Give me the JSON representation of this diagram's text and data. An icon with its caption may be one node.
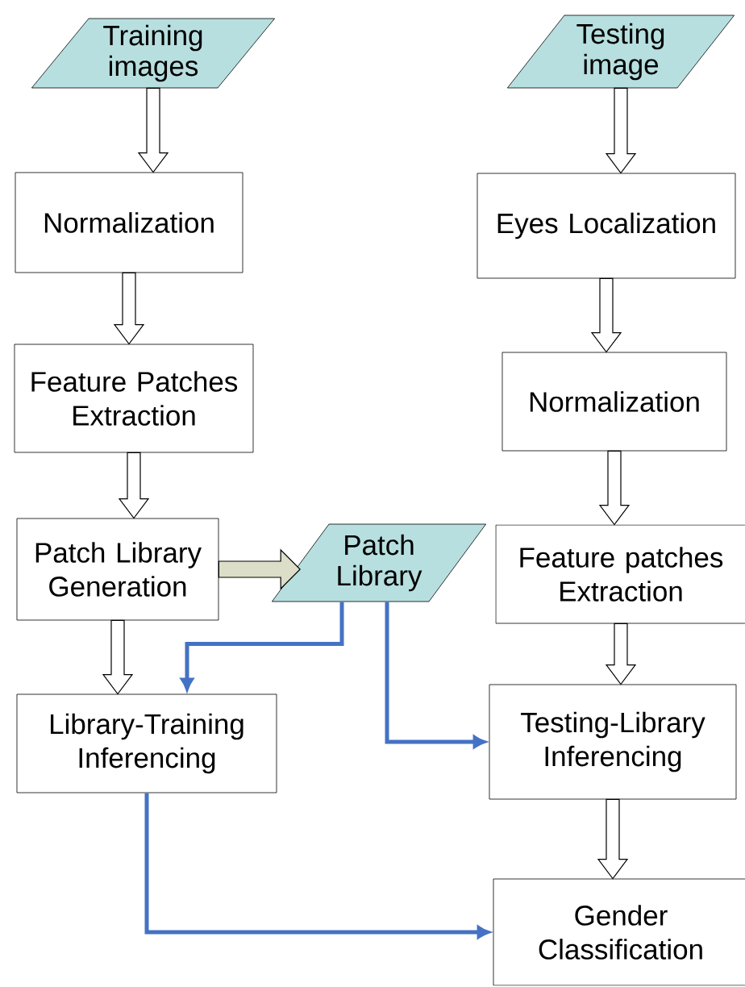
{
  "diagram": {
    "nodes": [
      {
        "text": [
          "Training images"
        ]
      },
      {
        "text": [
          "Testing image"
        ]
      },
      {
        "text": [
          "Normalization"
        ]
      },
      {
        "text": [
          "Eyes Localization"
        ]
      },
      {
        "text": [
          "Feature Patches Extraction"
        ]
      },
      {
        "text": [
          "Normalization"
        ]
      },
      {
        "text": [
          "Patch Library Generation"
        ]
      },
      {
        "text": [
          "Patch Library"
        ]
      },
      {
        "text": [
          "Feature patches Extraction"
        ]
      },
      {
        "text": [
          "Library-Training Inferencing"
        ]
      },
      {
        "text": [
          "Testing-Library Inferencing"
        ]
      },
      {
        "text": [
          "Gender Classification"
        ]
      }
    ],
    "edges": [
      {
        "from": 0,
        "to": 2,
        "arrow": "to"
      },
      {
        "from": 2,
        "to": 4,
        "arrow": "to"
      },
      {
        "from": 4,
        "to": 6,
        "arrow": "to"
      },
      {
        "from": 6,
        "to": 9,
        "arrow": "to"
      },
      {
        "from": 1,
        "to": 3,
        "arrow": "to"
      },
      {
        "from": 3,
        "to": 5,
        "arrow": "to"
      },
      {
        "from": 5,
        "to": 8,
        "arrow": "to"
      },
      {
        "from": 8,
        "to": 10,
        "arrow": "to"
      },
      {
        "from": 10,
        "to": 11,
        "arrow": "to"
      },
      {
        "from": 6,
        "to": 7,
        "arrow": "to",
        "color": "#dcdec8"
      },
      {
        "from": 7,
        "to": 9,
        "arrow": "to",
        "color": "#4472c4"
      },
      {
        "from": 7,
        "to": 10,
        "arrow": "to",
        "color": "#4472c4"
      },
      {
        "from": 9,
        "to": 11,
        "arrow": "to",
        "color": "#4472c4"
      }
    ]
  }
}
